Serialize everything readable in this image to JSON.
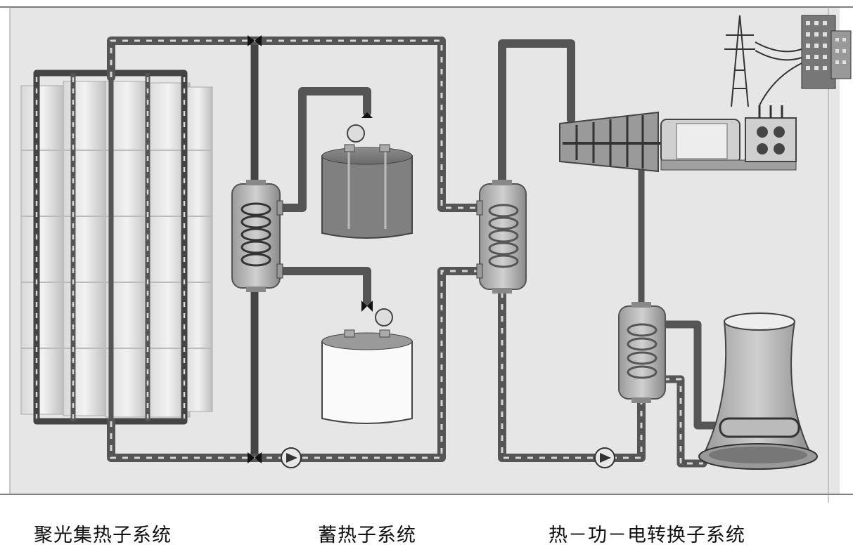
{
  "labels": {
    "collector": "聚光集热子系统",
    "storage": "蓄热子系统",
    "power": "热－功－电转换子系统"
  }
}
